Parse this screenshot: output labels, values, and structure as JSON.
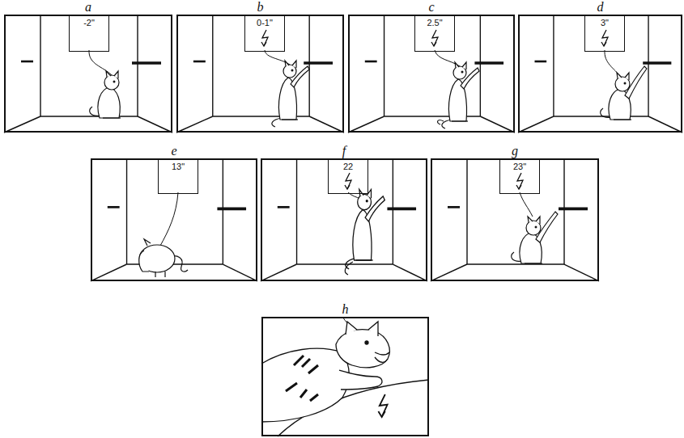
{
  "diagram": {
    "nodes": [
      {
        "text": [
          "a"
        ]
      },
      {
        "text": [
          "-2\""
        ],
        "in": 0
      },
      {
        "text": [
          "b"
        ]
      },
      {
        "text": [
          "0-1\""
        ],
        "in": 2
      },
      {
        "text": [
          "c"
        ]
      },
      {
        "text": [
          "2.5\""
        ],
        "in": 4
      },
      {
        "text": [
          "d"
        ]
      },
      {
        "text": [
          "3\""
        ],
        "in": 6
      },
      {
        "text": [
          "e"
        ]
      },
      {
        "text": [
          "13\""
        ],
        "in": 8
      },
      {
        "text": [
          "f"
        ]
      },
      {
        "text": [
          "22"
        ],
        "in": 10
      },
      {
        "text": [
          "g"
        ]
      },
      {
        "text": [
          "23\""
        ],
        "in": 12
      },
      {
        "text": [
          "h"
        ]
      }
    ]
  }
}
